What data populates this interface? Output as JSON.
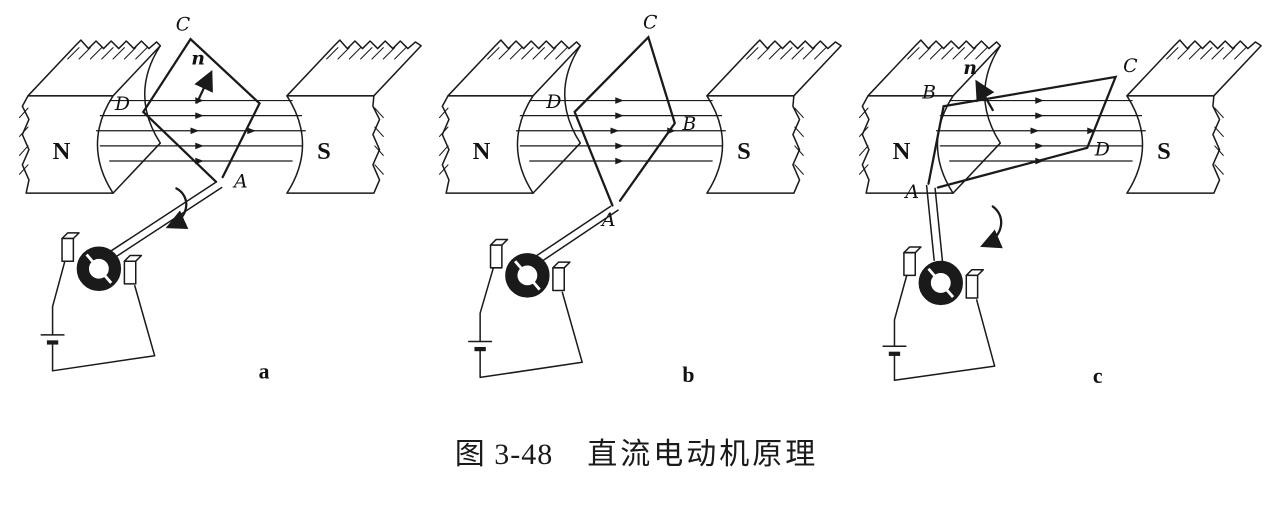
{
  "figure": {
    "caption": {
      "number": "图 3-48",
      "title": "直流电动机原理"
    },
    "pole_labels": {
      "left": "N",
      "right": "S"
    },
    "panels": [
      {
        "label": "a",
        "points": {
          "C": "C",
          "D": "D",
          "A": "A"
        },
        "rotation_label": "n"
      },
      {
        "label": "b",
        "points": {
          "C": "C",
          "D": "D",
          "B": "B",
          "A": "A"
        }
      },
      {
        "label": "c",
        "points": {
          "B": "B",
          "C": "C",
          "D": "D",
          "A": "A"
        },
        "rotation_label": "n"
      }
    ]
  }
}
